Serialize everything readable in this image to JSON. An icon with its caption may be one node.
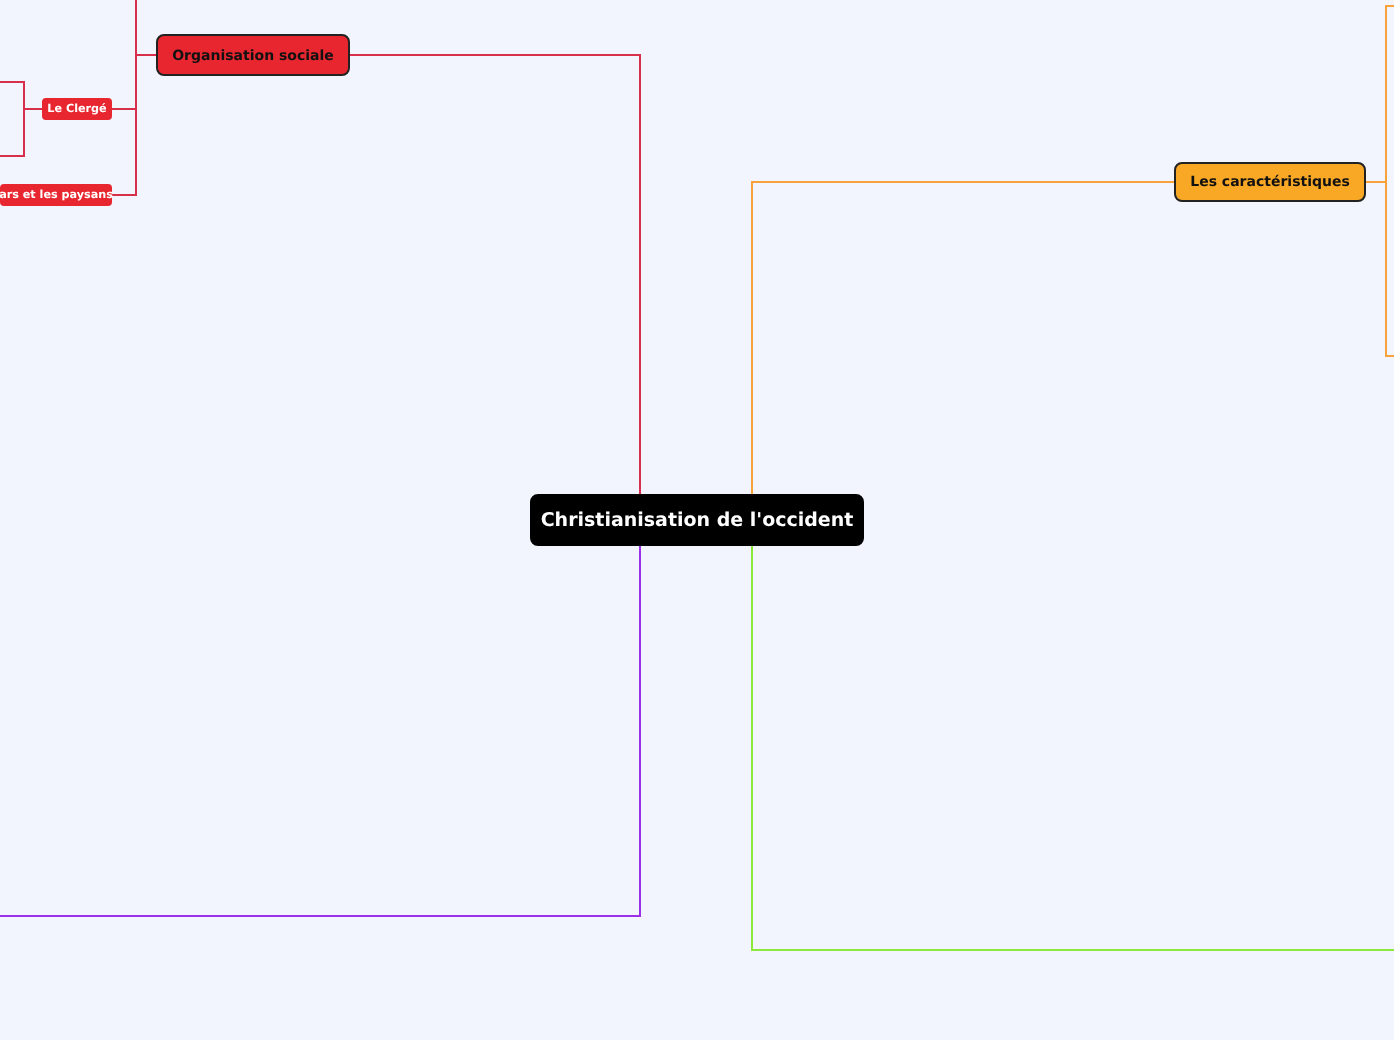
{
  "diagram": {
    "nodes": [
      {
        "text": [
          "Christianisation de l'occident"
        ]
      },
      {
        "text": [
          "Organisation sociale"
        ]
      },
      {
        "text": [
          "Le Clergé"
        ]
      },
      {
        "text": [
          "ars et les paysans"
        ]
      },
      {
        "text": [
          "Les caractéristiques"
        ]
      }
    ],
    "edges": [
      {
        "from": 0,
        "to": 1,
        "arrow": "none"
      },
      {
        "from": 0,
        "to": 4,
        "arrow": "none",
        "color": "#f7a23a"
      },
      {
        "from": 0,
        "to": null,
        "arrow": "none",
        "color": "#9b30e8"
      },
      {
        "from": 0,
        "to": null,
        "arrow": "none",
        "color": "#8ce83a"
      },
      {
        "from": 1,
        "to": 2,
        "arrow": "none"
      },
      {
        "from": 1,
        "to": 3,
        "arrow": "none"
      },
      {
        "from": 1,
        "to": null,
        "arrow": "none"
      },
      {
        "from": 2,
        "to": null,
        "arrow": "none"
      },
      {
        "from": 2,
        "to": null,
        "arrow": "none"
      },
      {
        "from": 4,
        "to": null,
        "arrow": "none",
        "color": "#f7a23a"
      },
      {
        "from": 4,
        "to": null,
        "arrow": "none",
        "color": "#f7a23a"
      }
    ]
  }
}
